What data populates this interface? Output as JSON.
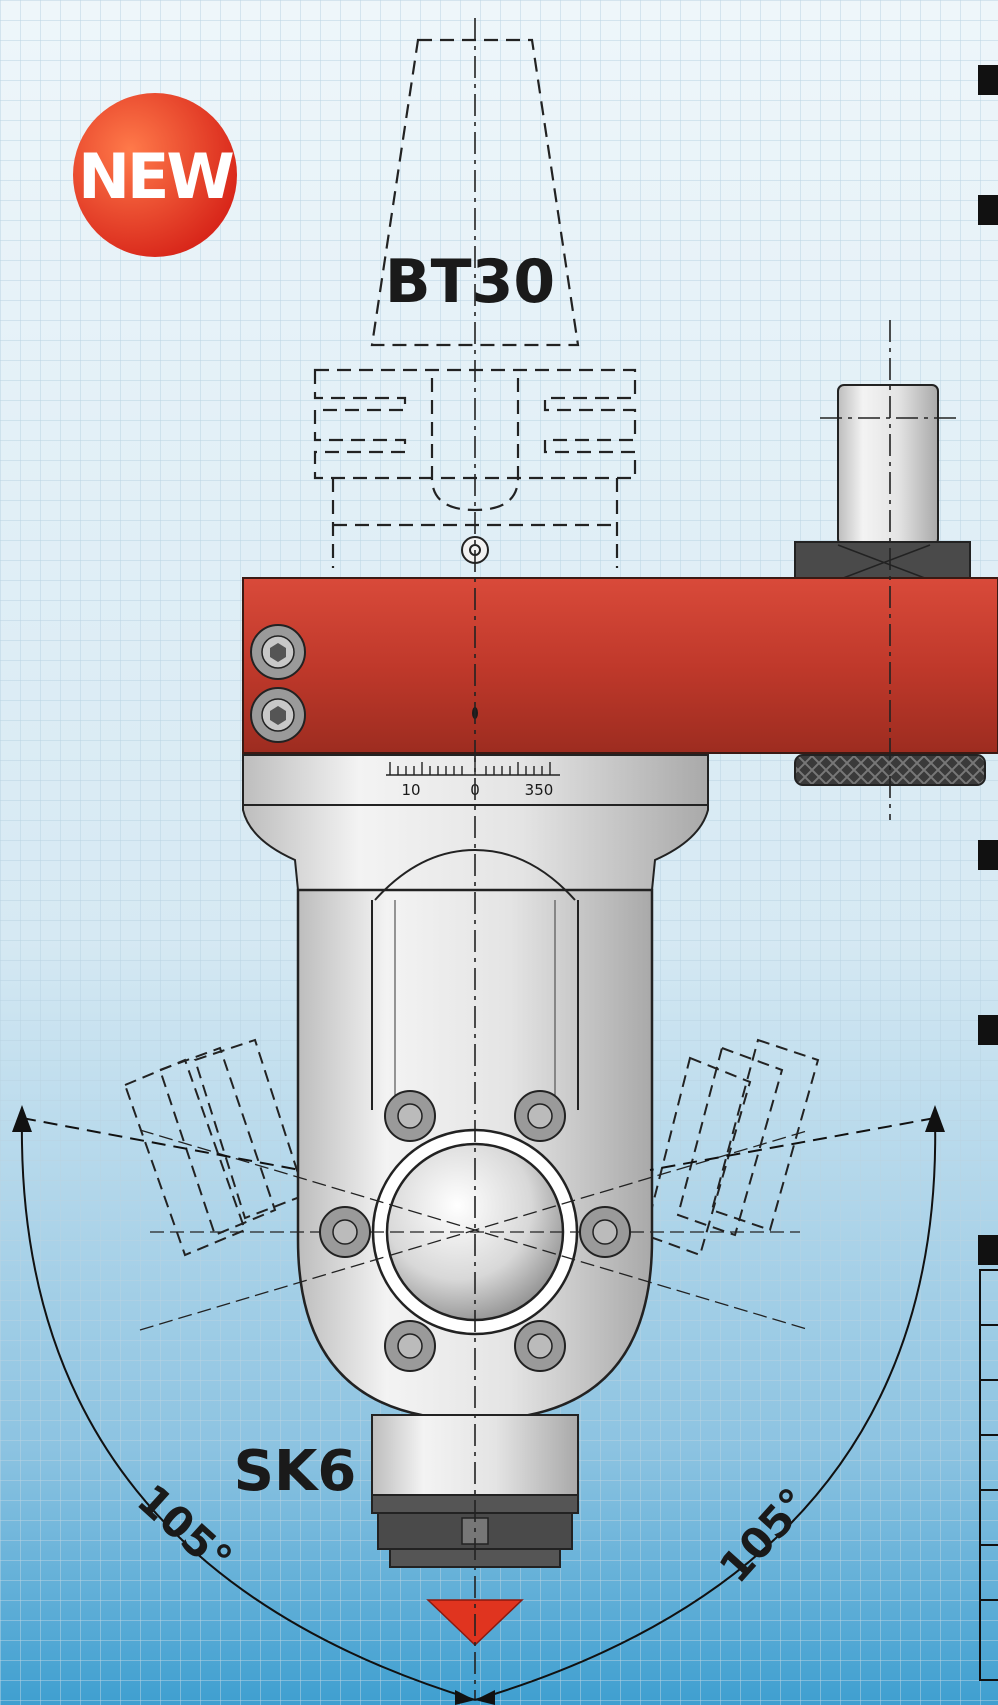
{
  "badge": {
    "label": "NEW",
    "color": "#e0341f"
  },
  "labels": {
    "top_adapter": "BT30",
    "bottom_adapter": "SK6",
    "angle_left": "105°",
    "angle_right": "105°"
  },
  "scale": {
    "left": "10",
    "center": "0",
    "right": "350"
  },
  "colors": {
    "arm": "#c0392b",
    "body_metal": "#e7e7e7",
    "grid_line": "#b9d3e2",
    "pointer": "#e0341f"
  },
  "icons": [
    "new-badge-icon",
    "socket-screw-icon",
    "pointer-triangle-icon",
    "knurled-knob-icon"
  ]
}
